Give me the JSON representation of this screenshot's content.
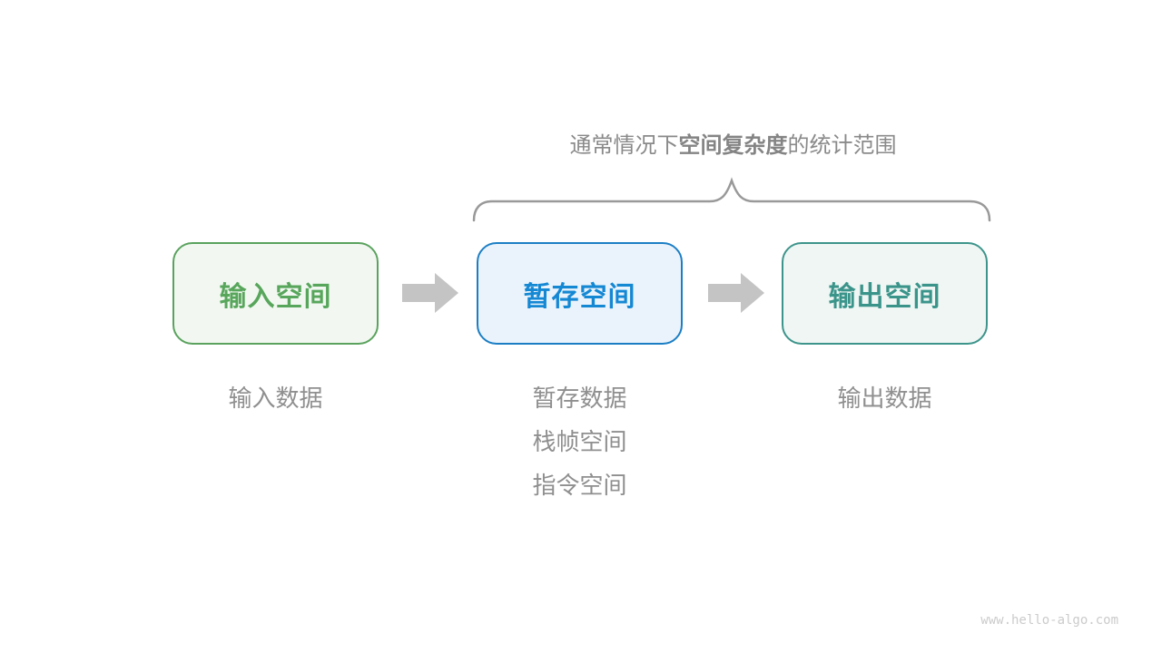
{
  "title": {
    "prefix": "通常情况下",
    "bold": "空间复杂度",
    "suffix": "的统计范围"
  },
  "boxes": [
    {
      "id": "input-space",
      "label": "输入空间",
      "border_color": "#5aa25e",
      "fill_color": "#f2f8f1",
      "text_color": "#58a65c",
      "sublabels": [
        "输入数据"
      ]
    },
    {
      "id": "temporary-space",
      "label": "暂存空间",
      "border_color": "#1b7ec4",
      "fill_color": "#eaf3fb",
      "text_color": "#1588d4",
      "sublabels": [
        "暂存数据",
        "栈帧空间",
        "指令空间"
      ]
    },
    {
      "id": "output-space",
      "label": "输出空间",
      "border_color": "#3d948b",
      "fill_color": "#eff6f4",
      "text_color": "#3a948a",
      "sublabels": [
        "输出数据"
      ]
    }
  ],
  "icons": {
    "arrow": "right-block-arrow",
    "brace": "horizontal-overbrace"
  },
  "colors": {
    "background": "#ffffff",
    "title_text": "#8a8a8a",
    "brace_stroke": "#999999",
    "arrow_fill": "#c4c4c4",
    "sublabel_text": "#8f8f8f",
    "watermark_text": "#cbcbcb"
  },
  "watermark": "www.hello-algo.com"
}
